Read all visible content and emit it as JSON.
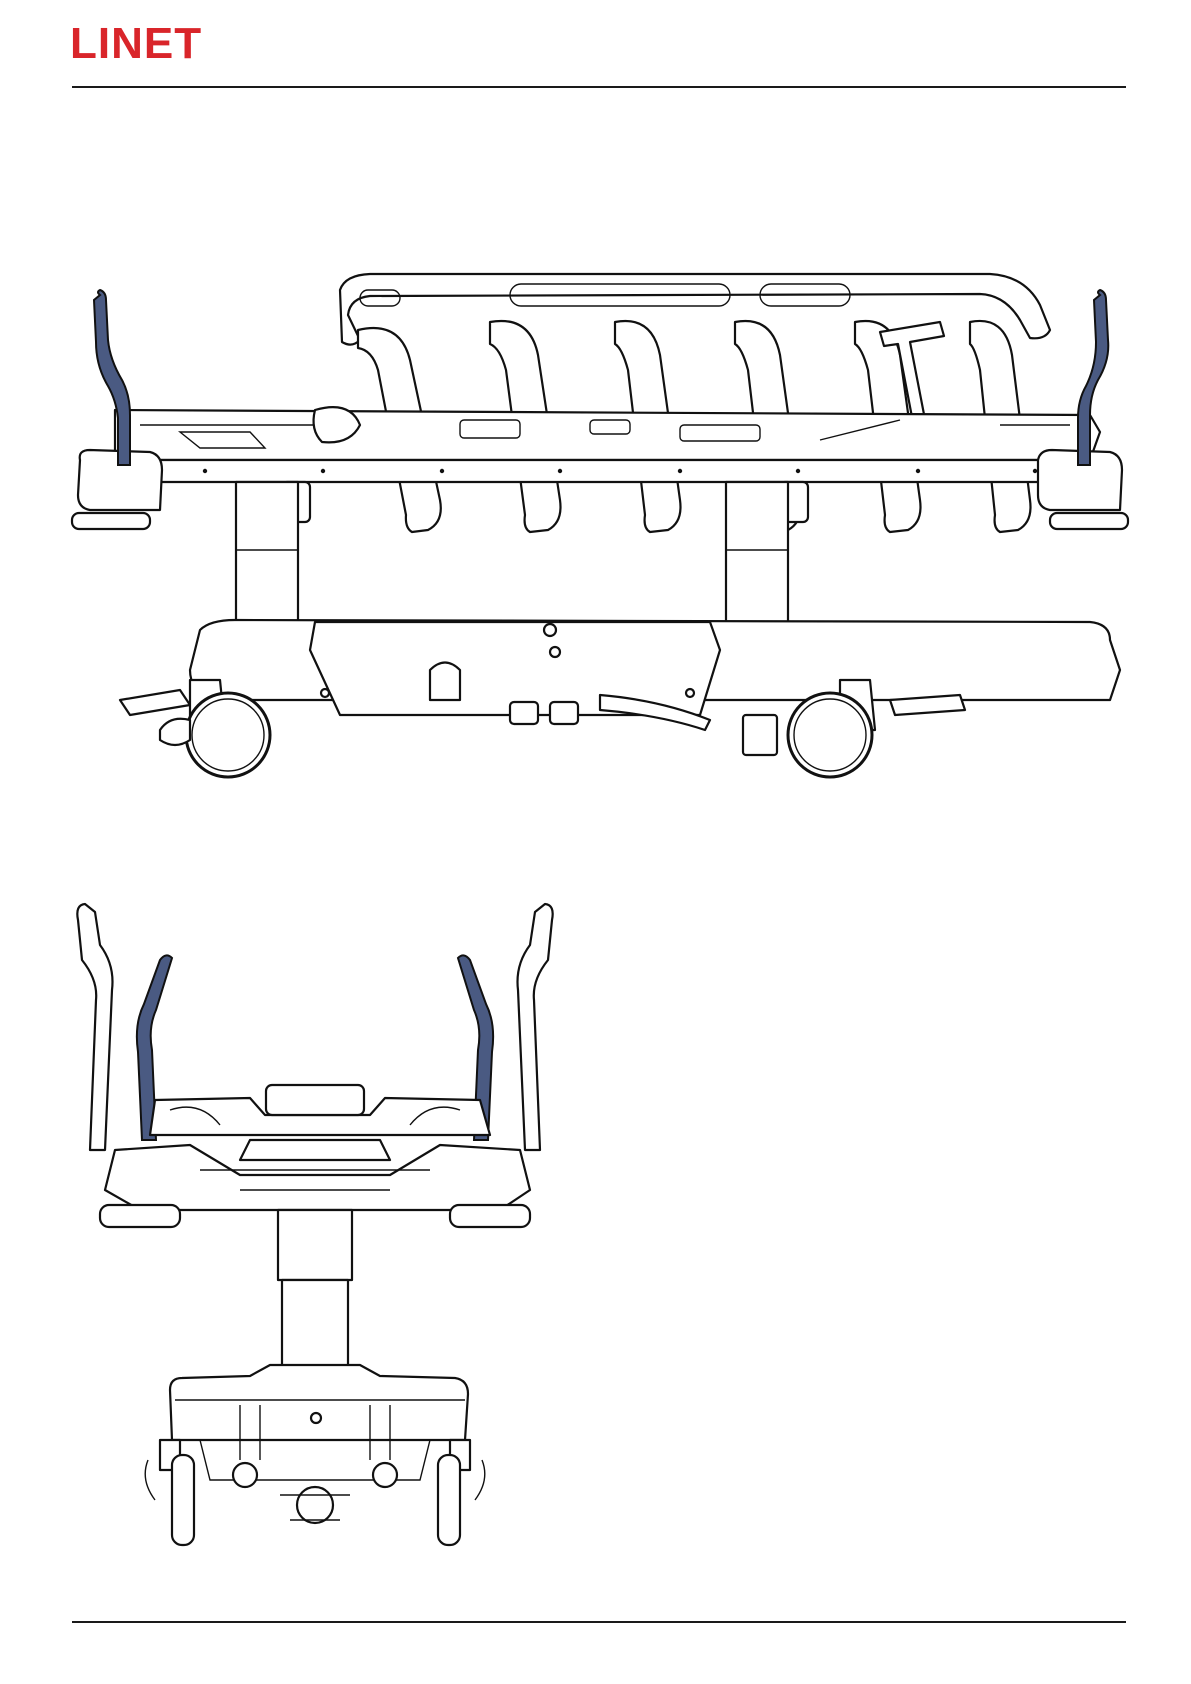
{
  "brand": {
    "logo_text": "LINET",
    "logo_color": "#d9252a"
  },
  "colors": {
    "line": "#111111",
    "highlight_handle": "#4a5a82"
  },
  "figures": [
    {
      "view": "side",
      "highlighted": "push-handles"
    },
    {
      "view": "end",
      "highlighted": "push-handles"
    }
  ]
}
